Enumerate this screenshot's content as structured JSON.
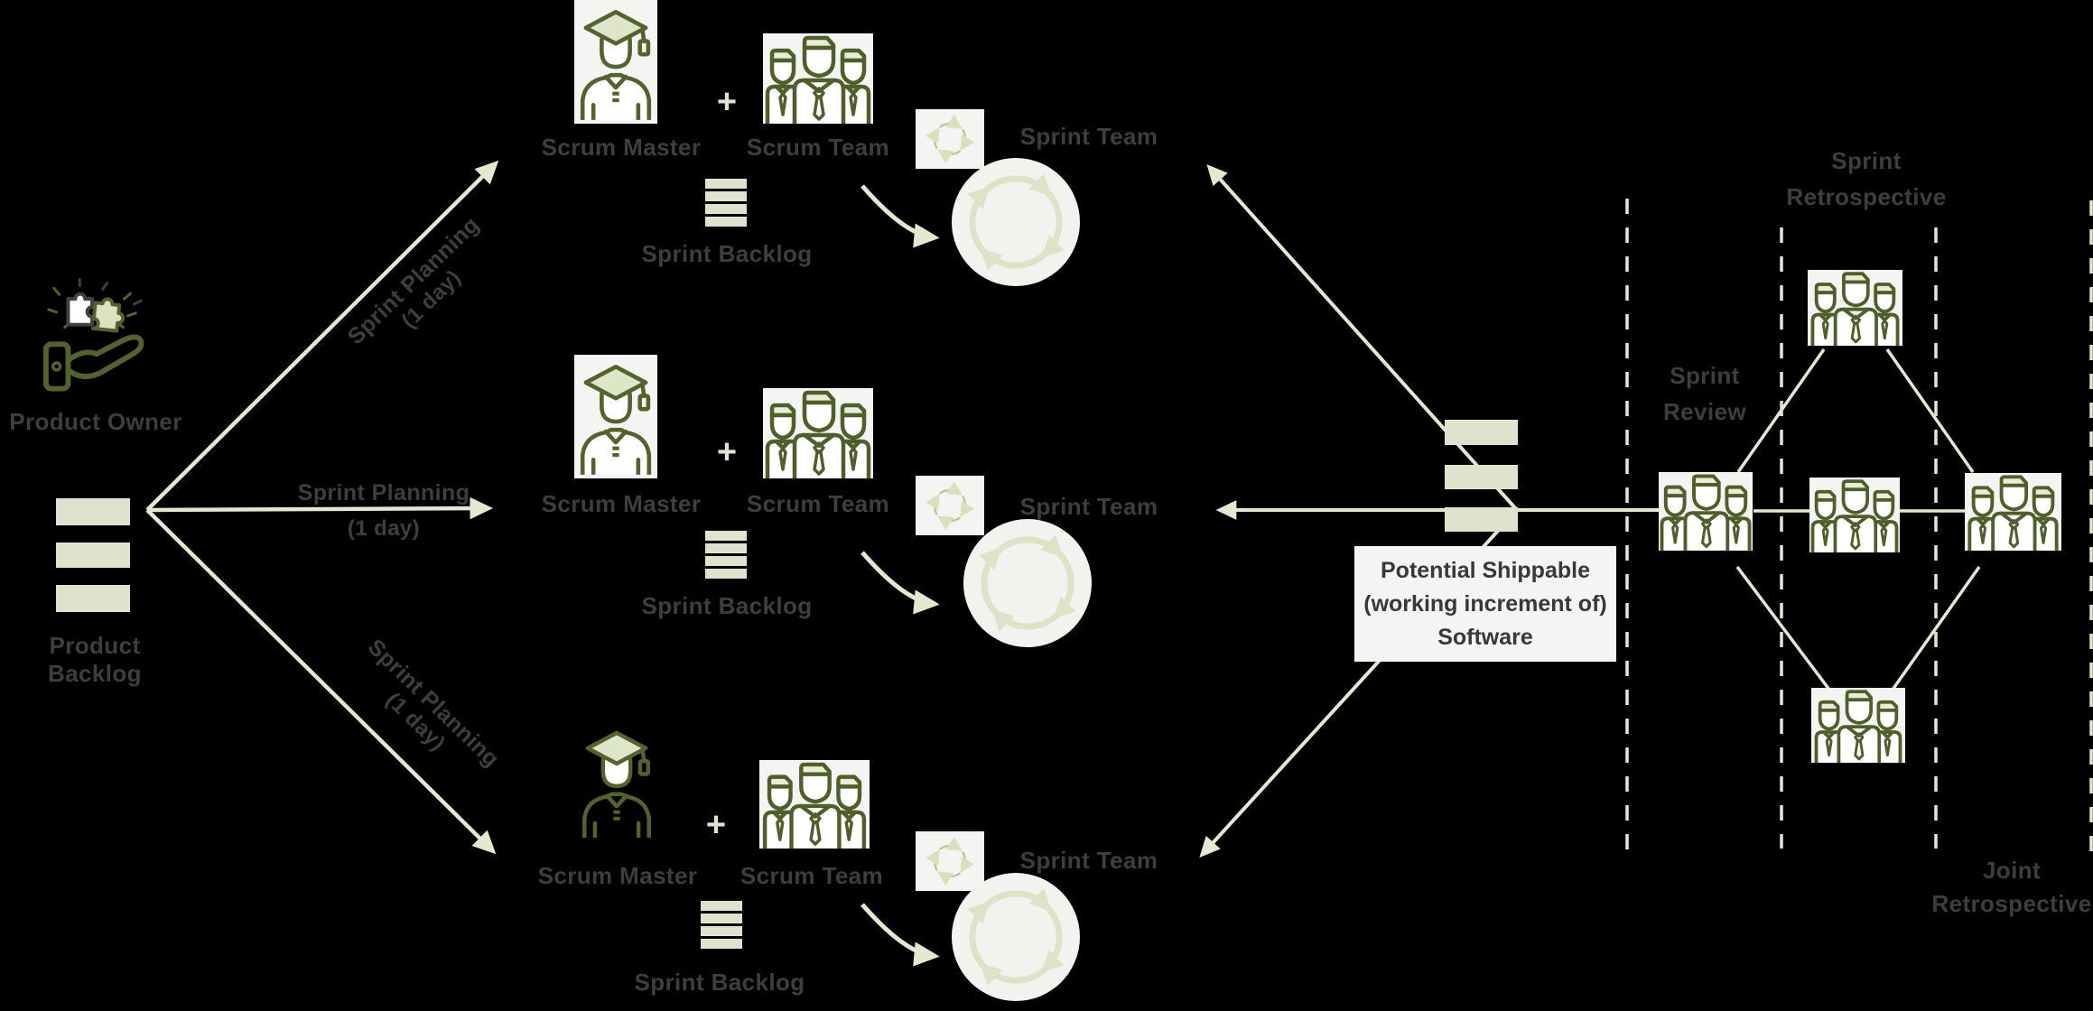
{
  "colors": {
    "background": "#000000",
    "accent_cream": "#e3e8d1",
    "bar_fill": "#dde3cd",
    "icon_background": "#f4f5f2",
    "olive_stroke": "#54632e",
    "label_text": "#3b3f3d",
    "circle_fill": "#f2f3ef",
    "cycle_arrow": "#dce3c6"
  },
  "left": {
    "product_owner_label": "Product Owner",
    "product_backlog_label": "Product Backlog"
  },
  "planning": {
    "label": "Sprint Planning",
    "duration": "(1 day)"
  },
  "teams": [
    {
      "scrum_master": "Scrum Master",
      "plus": "+",
      "scrum_team": "Scrum Team",
      "sprint_backlog": "Sprint Backlog",
      "sprint_team": "Sprint Team"
    },
    {
      "scrum_master": "Scrum Master",
      "plus": "+",
      "scrum_team": "Scrum Team",
      "sprint_backlog": "Sprint Backlog",
      "sprint_team": "Sprint Team"
    },
    {
      "scrum_master": "Scrum Master",
      "plus": "+",
      "scrum_team": "Scrum Team",
      "sprint_backlog": "Sprint Backlog",
      "sprint_team": "Sprint Team"
    }
  ],
  "increment_box": {
    "line1": "Potential Shippable",
    "line2": "(working increment of)",
    "line3": "Software"
  },
  "ceremonies": {
    "sprint_review_line1": "Sprint",
    "sprint_review_line2": "Review",
    "sprint_retrospective_line1": "Sprint",
    "sprint_retrospective_line2": "Retrospective",
    "joint_retrospective_line1": "Joint",
    "joint_retrospective_line2": "Retrospective"
  }
}
